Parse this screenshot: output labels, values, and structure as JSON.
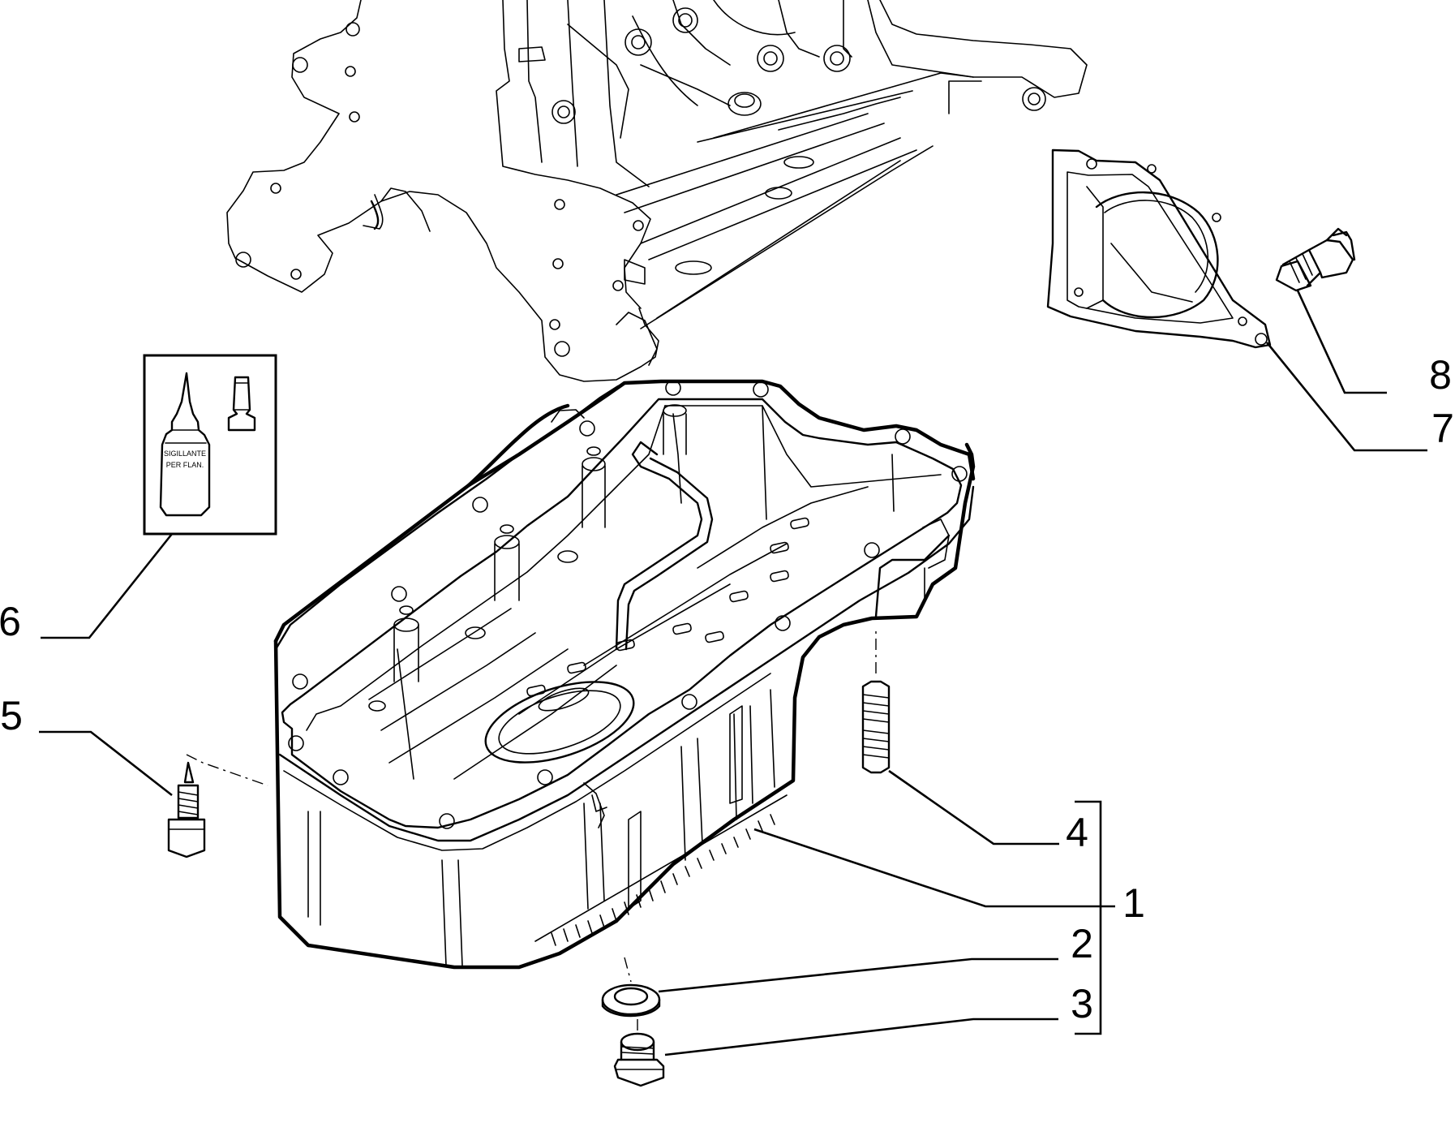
{
  "diagram": {
    "callouts": [
      {
        "id": "1",
        "text": "1"
      },
      {
        "id": "2",
        "text": "2"
      },
      {
        "id": "3",
        "text": "3"
      },
      {
        "id": "4",
        "text": "4"
      },
      {
        "id": "5",
        "text": "5"
      },
      {
        "id": "6",
        "text": "6"
      },
      {
        "id": "7",
        "text": "7"
      },
      {
        "id": "8",
        "text": "8"
      }
    ],
    "sealant_label": [
      "SIGILLANTE",
      "PER FLAN."
    ]
  }
}
